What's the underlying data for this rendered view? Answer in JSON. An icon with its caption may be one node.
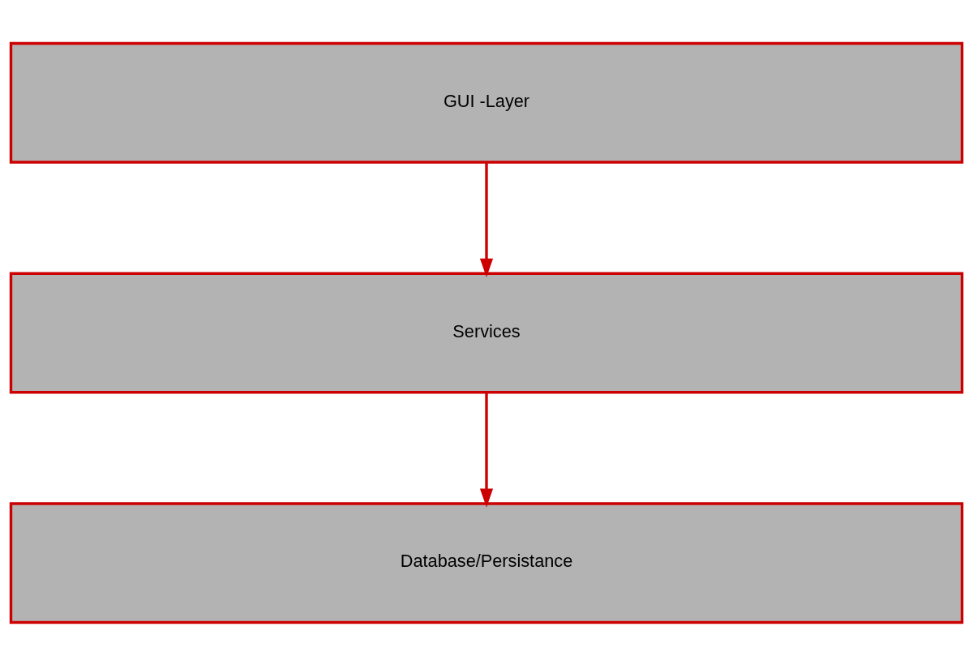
{
  "diagram": {
    "nodes": [
      {
        "text": [
          "GUI -Layer"
        ]
      },
      {
        "text": [
          "Services"
        ]
      },
      {
        "text": [
          "Database/Persistance"
        ]
      }
    ],
    "edges": [
      {
        "from": 0,
        "to": 1,
        "arrow": "to"
      },
      {
        "from": 1,
        "to": 2,
        "arrow": "to"
      }
    ]
  }
}
